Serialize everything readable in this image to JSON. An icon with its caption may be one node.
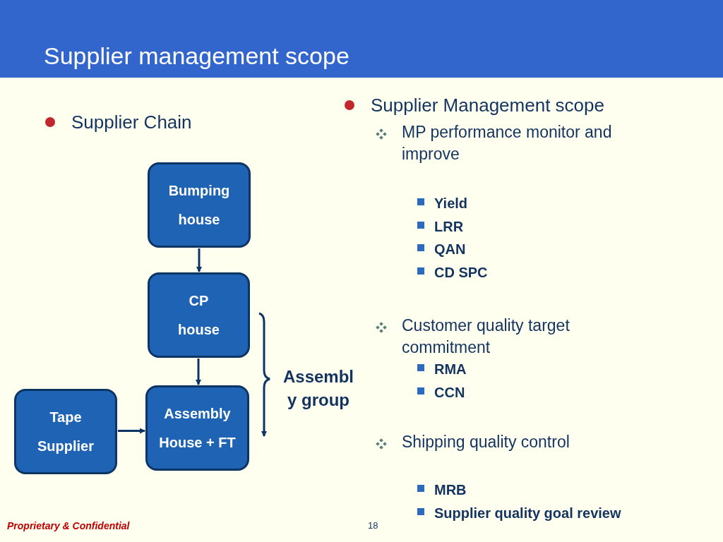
{
  "diagram": {
    "title": "Supplier management scope",
    "nodes": [
      {
        "text": [
          "Bumping house"
        ]
      },
      {
        "text": [
          "CP house"
        ]
      },
      {
        "text": [
          "Tape Supplier"
        ]
      },
      {
        "text": [
          "Assembly House + FT"
        ]
      }
    ],
    "edges": [
      {
        "from": 0,
        "to": 1,
        "arrow": "to"
      },
      {
        "from": 1,
        "to": 3,
        "arrow": "to"
      },
      {
        "from": 2,
        "to": 3,
        "arrow": "to"
      }
    ],
    "labels": [
      "Supplier Chain",
      "Supplier Management scope",
      "MP performance monitor and improve",
      "Yield",
      "LRR",
      "QAN",
      "CD SPC",
      "Customer quality target commitment",
      "RMA",
      "CCN",
      "Assembl y group",
      "Shipping quality control",
      "MRB",
      "Supplier quality goal review",
      "Proprietary & Confidential",
      "18"
    ]
  }
}
